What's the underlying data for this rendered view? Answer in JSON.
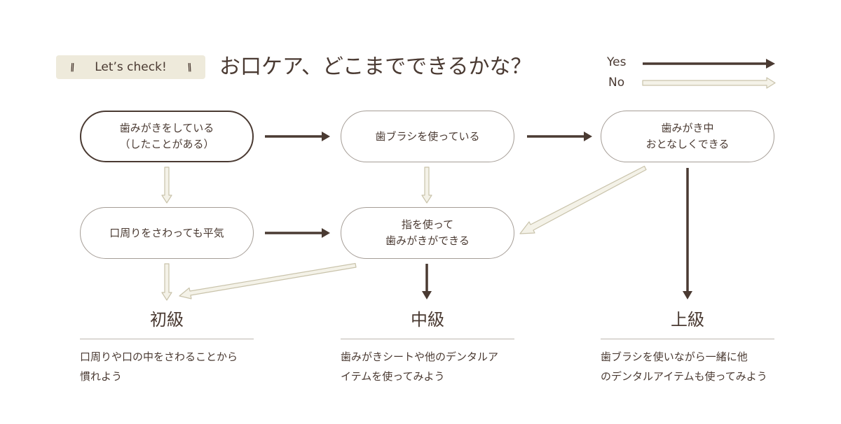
{
  "header": {
    "badge_label": "Let’s check!",
    "title": "お口ケア、どこまでできるかな？"
  },
  "legend": {
    "yes_label": "Yes",
    "no_label": "No"
  },
  "colors": {
    "yes_arrow": "#4a3a32",
    "no_arrow_outline": "#c9c3ab",
    "no_arrow_fill": "#f4f2e8",
    "badge_bg": "#eeeadb",
    "text": "#4a3a32"
  },
  "nodes": {
    "brushing": {
      "line1": "歯みがきをしている",
      "line2": "（したことがある）"
    },
    "toothbrush": {
      "line1": "歯ブラシを使っている"
    },
    "calm": {
      "line1": "歯みがき中",
      "line2": "おとなしくできる"
    },
    "touch_ok": {
      "line1": "口周りをさわっても平気"
    },
    "finger": {
      "line1": "指を使って",
      "line2": "歯みがきができる"
    }
  },
  "levels": {
    "beginner": {
      "title": "初級",
      "desc_line1": "口周りや口の中をさわることから",
      "desc_line2": "慣れよう"
    },
    "intermediate": {
      "title": "中級",
      "desc_line1": "歯みがきシートや他のデンタルア",
      "desc_line2": "イテムを使ってみよう"
    },
    "advanced": {
      "title": "上級",
      "desc_line1": "歯ブラシを使いながら一緒に他",
      "desc_line2": "のデンタルアイテムも使ってみよう"
    }
  }
}
